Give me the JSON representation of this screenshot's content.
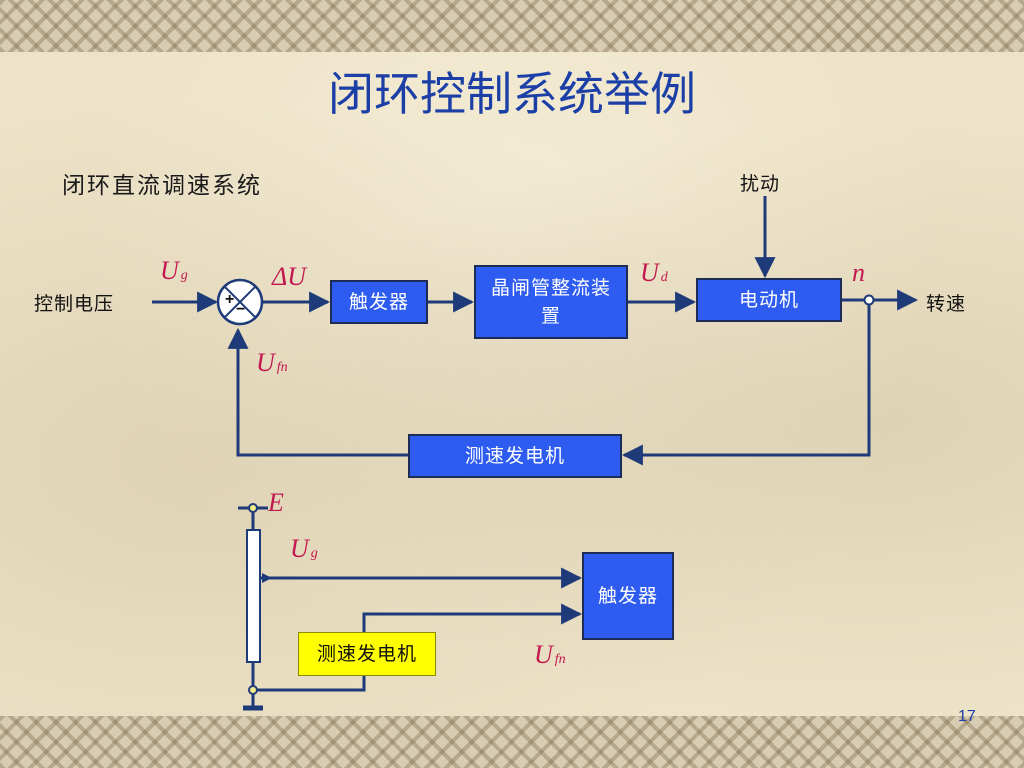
{
  "slide": {
    "title": "闭环控制系统举例",
    "subtitle": "闭环直流调速系统",
    "page_number": "17"
  },
  "diagram_top": {
    "input_label": "控制电压",
    "disturbance_label": "扰动",
    "output_label": "转速",
    "blocks": {
      "trigger": "触发器",
      "thyristor": "晶闸管整流装置",
      "motor": "电动机",
      "tachogenerator": "测速发电机"
    },
    "signals": {
      "ug": {
        "main": "U",
        "sub": "g"
      },
      "delta_u": "ΔU",
      "ud": {
        "main": "U",
        "sub": "d"
      },
      "n": "n",
      "ufn": {
        "main": "U",
        "sub": "fn"
      }
    },
    "summing_signs": {
      "plus": "+",
      "minus": "−"
    }
  },
  "diagram_bottom": {
    "e_label": "E",
    "ug": {
      "main": "U",
      "sub": "g"
    },
    "ufn": {
      "main": "U",
      "sub": "fn"
    },
    "trigger": "触发器",
    "tachogenerator": "测速发电机"
  },
  "colors": {
    "block_fill": "#2f5cf0",
    "title": "#1b3fa6",
    "variable": "#c2184f",
    "line": "#1e3a78",
    "highlight": "#ffff00"
  }
}
